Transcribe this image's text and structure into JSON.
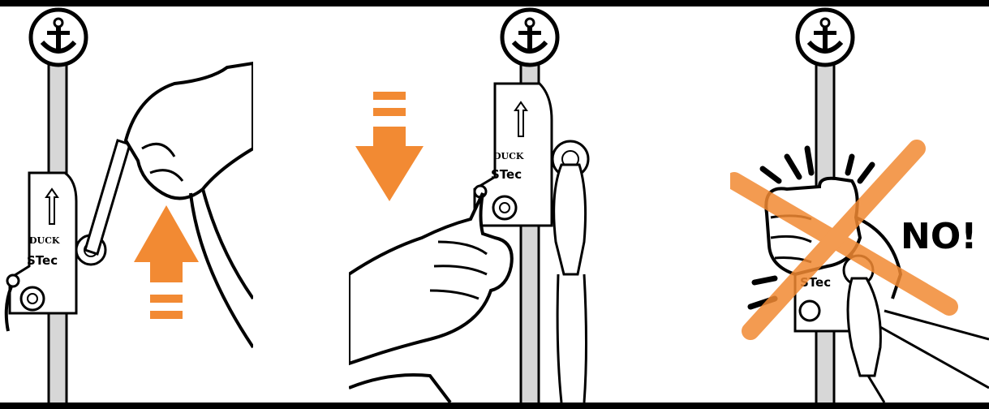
{
  "colors": {
    "arrow": "#F28A33",
    "outline": "#000000",
    "cable": "#D7D7D7"
  },
  "icons": [
    "anchor-icon",
    "up-arrow-icon",
    "down-arrow-icon",
    "cross-mark-icon"
  ],
  "device": {
    "brand_top": "DUCK",
    "brand_bottom": "STec"
  },
  "warning": {
    "label": "NO!"
  }
}
